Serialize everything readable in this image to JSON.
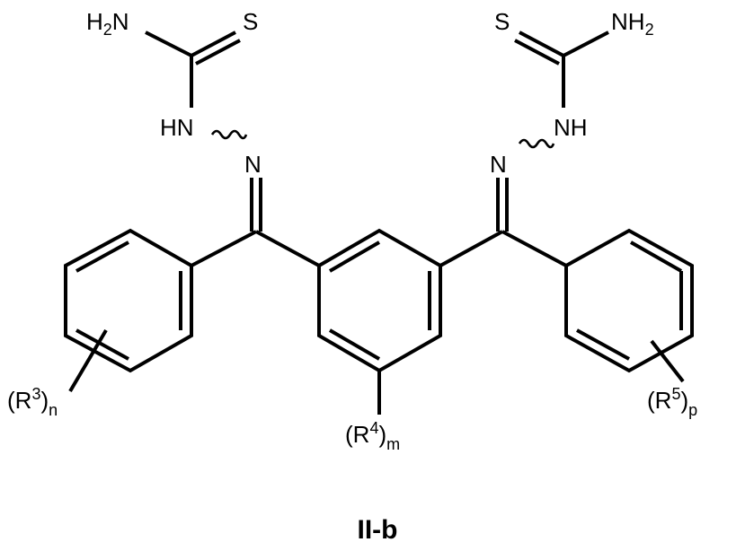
{
  "compound_label": "II-b",
  "atoms": {
    "nh2_left": {
      "main": "H",
      "sub": "2",
      "tail": "N"
    },
    "nh2_right": {
      "main": "NH",
      "sub": "2"
    },
    "s_left": "S",
    "s_right": "S",
    "hn_left": "HN",
    "nh_right": "NH",
    "n_left": "N",
    "n_right": "N"
  },
  "substituents": {
    "r3": {
      "open": "(R",
      "sup": "3",
      "close": ")",
      "sub": "n"
    },
    "r4": {
      "open": "(R",
      "sup": "4",
      "close": ")",
      "sub": "m"
    },
    "r5": {
      "open": "(R",
      "sup": "5",
      "close": ")",
      "sub": "p"
    }
  }
}
